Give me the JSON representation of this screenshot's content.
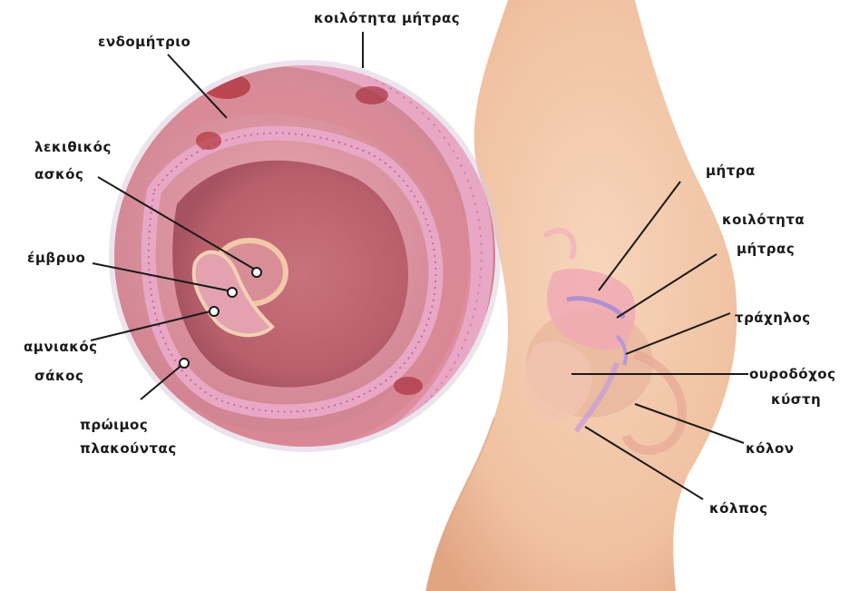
{
  "labels": {
    "cavity_top": "κοιλότητα μήτρας",
    "endometrium": "ενδομήτριο",
    "yolk_sac_1": "λεκιθικός",
    "yolk_sac_2": "ασκός",
    "embryo": "έμβρυο",
    "amniotic_1": "αμνιακός",
    "amniotic_2": "σάκος",
    "placenta_1": "πρώιμος",
    "placenta_2": "πλακούντας",
    "uterus": "μήτρα",
    "cavity_right_1": "κοιλότητα",
    "cavity_right_2": "μήτρας",
    "cervix": "τράχηλος",
    "bladder_1": "ουροδόχος",
    "bladder_2": "κύστη",
    "colon": "κόλον",
    "vagina": "κόλπος"
  },
  "colors": {
    "skin": "#f4c9ab",
    "skin_shadow": "#e6ab8c",
    "uterine_lining": "#c9757f",
    "cavity_purple": "#6b5aa8",
    "cell_pink": "#e9a7c6",
    "label_text": "#1a1a1a"
  }
}
